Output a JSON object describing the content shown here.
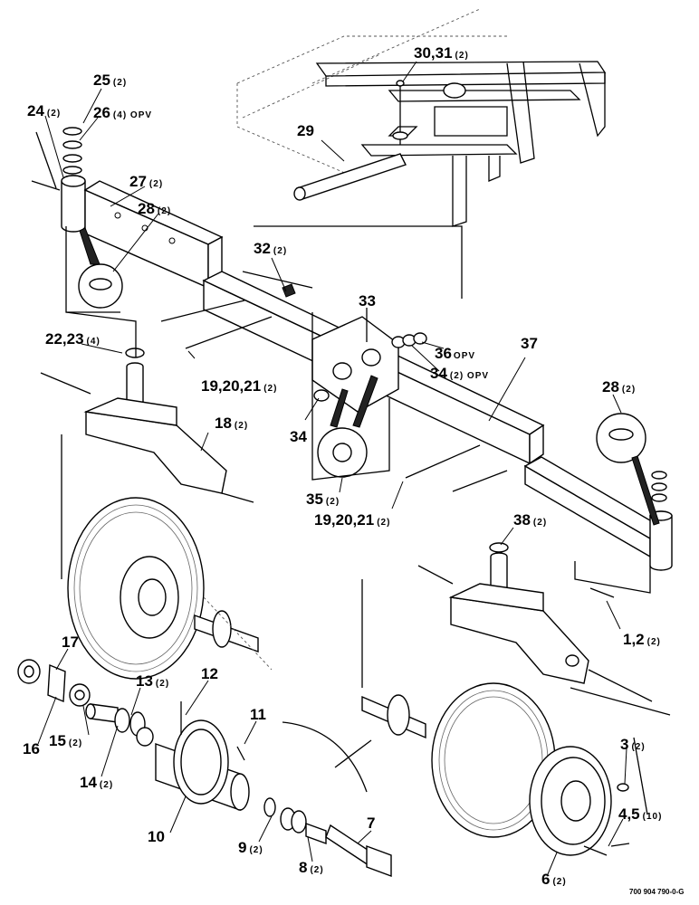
{
  "callouts": [
    {
      "id": "c25",
      "num": "25",
      "qty": "(2)"
    },
    {
      "id": "c24",
      "num": "24",
      "qty": "(2)"
    },
    {
      "id": "c26",
      "num": "26",
      "qty": "(4) OPV"
    },
    {
      "id": "c30",
      "num": "30,31",
      "qty": "(2)"
    },
    {
      "id": "c29",
      "num": "29",
      "qty": ""
    },
    {
      "id": "c27",
      "num": "27",
      "qty": "(2)"
    },
    {
      "id": "c28a",
      "num": "28",
      "qty": "(2)"
    },
    {
      "id": "c32",
      "num": "32",
      "qty": "(2)"
    },
    {
      "id": "c33",
      "num": "33",
      "qty": ""
    },
    {
      "id": "c22",
      "num": "22,23",
      "qty": "(4)"
    },
    {
      "id": "c37",
      "num": "37",
      "qty": ""
    },
    {
      "id": "c36",
      "num": "36",
      "qty": "OPV"
    },
    {
      "id": "c34b",
      "num": "34",
      "qty": "(2) OPV"
    },
    {
      "id": "c19a",
      "num": "19,20,21",
      "qty": "(2)"
    },
    {
      "id": "c28b",
      "num": "28",
      "qty": "(2)"
    },
    {
      "id": "c18",
      "num": "18",
      "qty": "(2)"
    },
    {
      "id": "c34a",
      "num": "34",
      "qty": ""
    },
    {
      "id": "c35",
      "num": "35",
      "qty": "(2)"
    },
    {
      "id": "c19b",
      "num": "19,20,21",
      "qty": "(2)"
    },
    {
      "id": "c38",
      "num": "38",
      "qty": "(2)"
    },
    {
      "id": "c1",
      "num": "1,2",
      "qty": "(2)"
    },
    {
      "id": "c17",
      "num": "17",
      "qty": ""
    },
    {
      "id": "c13",
      "num": "13",
      "qty": "(2)"
    },
    {
      "id": "c12",
      "num": "12",
      "qty": ""
    },
    {
      "id": "c11",
      "num": "11",
      "qty": ""
    },
    {
      "id": "c16",
      "num": "16",
      "qty": ""
    },
    {
      "id": "c15",
      "num": "15",
      "qty": "(2)"
    },
    {
      "id": "c14",
      "num": "14",
      "qty": "(2)"
    },
    {
      "id": "c3",
      "num": "3",
      "qty": "(2)"
    },
    {
      "id": "c4",
      "num": "4,5",
      "qty": "(10)"
    },
    {
      "id": "c7",
      "num": "7",
      "qty": ""
    },
    {
      "id": "c10",
      "num": "10",
      "qty": ""
    },
    {
      "id": "c9",
      "num": "9",
      "qty": "(2)"
    },
    {
      "id": "c8",
      "num": "8",
      "qty": "(2)"
    },
    {
      "id": "c6",
      "num": "6",
      "qty": "(2)"
    }
  ],
  "document_number": "700 904 790-0-G"
}
